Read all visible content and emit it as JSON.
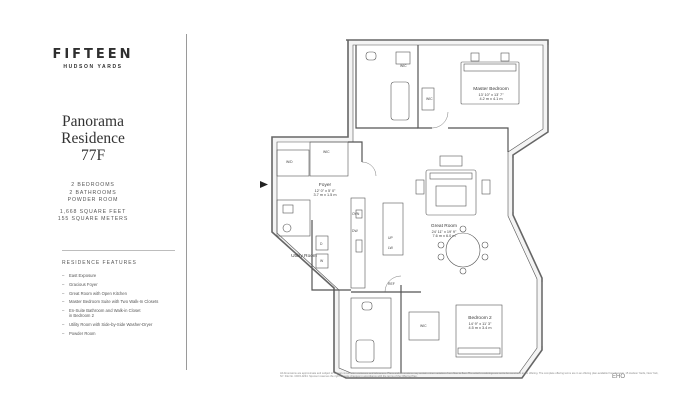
{
  "brand": {
    "name": "FIFTEEN",
    "subtitle": "HUDSON YARDS"
  },
  "residence": {
    "name_line1": "Panorama",
    "name_line2": "Residence",
    "unit": "77F"
  },
  "specs": {
    "bedrooms": "2 BEDROOMS",
    "bathrooms": "2 BATHROOMS",
    "powder": "POWDER ROOM",
    "sqft": "1,668 SQUARE FEET",
    "sqm": "155 SQUARE METERS"
  },
  "features": {
    "heading": "RESIDENCE FEATURES",
    "items": [
      "East Exposure",
      "Gracious Foyer",
      "Great Room with Open Kitchen",
      "Master Bedroom Suite with Two Walk-In Closets",
      "En-Suite Bathroom and Walk-in Closet in Bedroom 2",
      "Utility Room with Side-by-Side Washer-Dryer",
      "Powder Room"
    ]
  },
  "rooms": {
    "master": {
      "name": "Master Bedroom",
      "dim_ft": "13' 10\" x 13' 7\"",
      "dim_m": "4.2 m x 4.1 m"
    },
    "foyer": {
      "name": "Foyer",
      "dim_ft": "12' 0\" x 5' 0\"",
      "dim_m": "3.7 m x 1.5 m"
    },
    "great": {
      "name": "Great Room",
      "dim_ft": "24' 11\" x 19' 9\"",
      "dim_m": "7.6 m x 6.0 m"
    },
    "utility": {
      "name": "Utility Room"
    },
    "bedroom2": {
      "name": "Bedroom 2",
      "dim_ft": "14' 9\" x 11' 3\"",
      "dim_m": "4.5 m x 3.4 m"
    }
  },
  "tags": {
    "wic_master1": "WIC",
    "wic_master2": "WIC",
    "wic_foyer": "WIC",
    "wic_bed2": "WIC",
    "wd": "W/D",
    "ref": "REF",
    "dw": "DW",
    "ovn": "OVN",
    "up": "UP",
    "lw": "LW",
    "d": "D",
    "w": "W"
  },
  "disclaimer": "All dimensions are approximate and subject to normal construction variances and tolerances. Plans and dimensions may contain minor variations from floor to floor. The artist's renderings are not to be construed as an offering. The complete offering terms are in an offering plan available from Sponsor. 15 Hudson Yards, New York, NY. File No. CD15-0234. Sponsor reserves the right to make changes in accordance with the terms of the Offering Plan.",
  "eho_label": "EHO"
}
